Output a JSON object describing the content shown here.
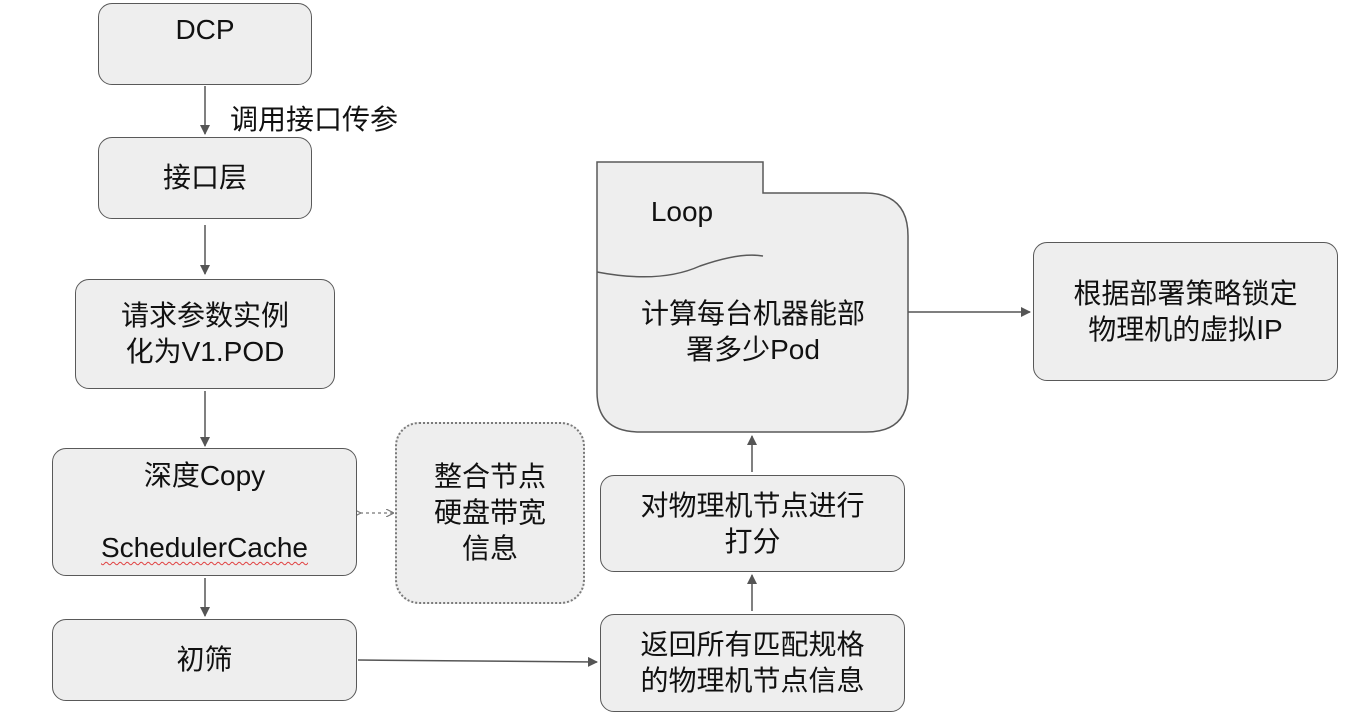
{
  "nodes": {
    "dcp": "DCP",
    "interface_layer": "接口层",
    "instantiate": "请求参数实例\n化为V1.POD",
    "deep_copy_line1": "深度Copy",
    "deep_copy_line2": "SchedulerCache",
    "merge_disk": "整合节点\n硬盘带宽\n信息",
    "prefilter": "初筛",
    "return_nodes": "返回所有匹配规格\n的物理机节点信息",
    "score": "对物理机节点进行\n打分",
    "loop_tag": "Loop",
    "loop_body": "计算每台机器能部\n署多少Pod",
    "lock_ip": "根据部署策略锁定\n物理机的虚拟IP"
  },
  "edges": {
    "dcp_to_interface_label": "调用接口传参"
  }
}
